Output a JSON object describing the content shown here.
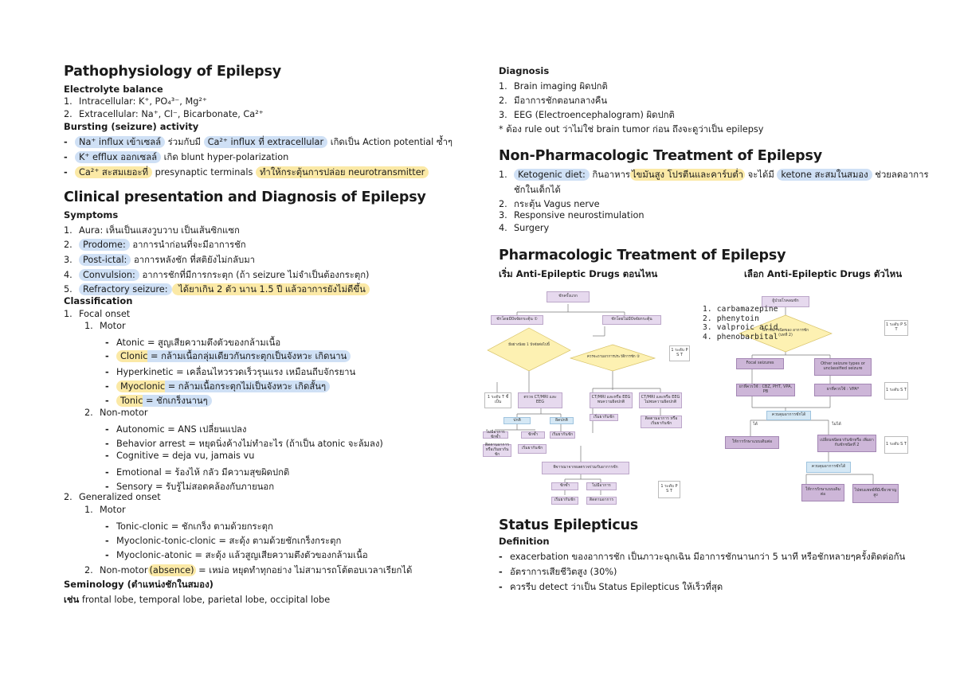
{
  "left": {
    "patho": {
      "title": "Pathophysiology of Epilepsy",
      "electrolyte_heading": "Electrolyte balance",
      "electrolyte_items": [
        {
          "n": "1.",
          "text": "Intracellular: K⁺, PO₄³⁻, Mg²⁺"
        },
        {
          "n": "2.",
          "text": "Extracellular: Na⁺, Cl⁻, Bicarbonate, Ca²⁺"
        }
      ],
      "bursting_heading": "Bursting (seizure) activity",
      "bursting_items": [
        {
          "a": "Na⁺ influx เข้าเซลล์",
          "b": " ร่วมกับมี ",
          "c": "Ca²⁺ influx ที่ extracellular",
          "d": " เกิดเป็น Action potential ซ้ำๆ"
        },
        {
          "a": "K⁺ efflux ออกเซลล์",
          "b": " เกิด blunt hyper-polarization"
        },
        {
          "a": "Ca²⁺ สะสมเยอะที่",
          "b": " presynaptic terminals ",
          "c": "ทำให้กระตุ้นการปล่อย neurotransmitter"
        }
      ]
    },
    "clinical": {
      "title": "Clinical presentation and Diagnosis of Epilepsy",
      "symptoms_heading": "Symptoms",
      "symptoms": [
        {
          "n": "1.",
          "a": "Aura:",
          "b": " เห็นเป็นแสงวูบวาบ เป็นเส้นซิกแซก"
        },
        {
          "n": "2.",
          "a": "Prodome:",
          "b": " อาการนำก่อนที่จะมีอาการชัก"
        },
        {
          "n": "3.",
          "a": "Post-ictal:",
          "b": " อาการหลังชัก ที่สติยังไม่กลับมา"
        },
        {
          "n": "4.",
          "a": "Convulsion:",
          "b": " อาการชักที่มีการกระตุก (ถ้า seizure ไม่จำเป็นต้องกระตุก)"
        },
        {
          "n": "5.",
          "a": "Refractory seizure:",
          "b": " ได้ยาเกิน 2 ตัว นาน 1.5 ปี แล้วอาการยังไม่ดีขึ้น"
        }
      ],
      "classification_heading": "Classification",
      "focal": "Focal onset",
      "focal_motor": "Motor",
      "focal_motor_items": [
        {
          "a": "Atonic",
          "b": " = สูญเสียความตึงตัวของกล้ามเนื้อ"
        },
        {
          "a": "Clonic",
          "b": " = กล้ามเนื้อกลุ่มเดียวกันกระตุกเป็นจังหวะ เกิดนาน"
        },
        {
          "a": "Hyperkinetic",
          "b": " = เคลื่อนไหวรวดเร็วรุนแรง เหมือนถีบจักรยาน"
        },
        {
          "a": "Myoclonic",
          "b": " = กล้ามเนื้อกระตุกไม่เป็นจังหวะ เกิดสั้นๆ"
        },
        {
          "a": "Tonic",
          "b": " = ชักเกร็งนานๆ"
        }
      ],
      "focal_nonmotor": "Non-motor",
      "focal_nonmotor_items": [
        "Autonomic = ANS เปลี่ยนแปลง",
        "Behavior arrest = หยุดนิ่งค้างไม่ทำอะไร (ถ้าเป็น atonic จะล้มลง)",
        "Cognitive = deja vu, jamais vu",
        "Emotional = ร้องไห้ กลัว มีความสุขผิดปกติ",
        "Sensory = รับรู้ไม่สอดคล้องกับภายนอก"
      ],
      "generalized": "Generalized onset",
      "gen_motor": "Motor",
      "gen_motor_items": [
        "Tonic-clonic = ชักเกร็ง ตามด้วยกระตุก",
        "Myoclonic-tonic-clonic = สะดุ้ง ตามด้วยชักเกร็งกระตุก",
        "Myoclonic-atonic = สะดุ้ง แล้วสูญเสียความตึงตัวของกล้ามเนื้อ"
      ],
      "gen_nonmotor_a": "Non-motor",
      "gen_nonmotor_b": "(absence)",
      "gen_nonmotor_c": " = เหม่อ หยุดทำทุกอย่าง ไม่สามารถโต้ตอบเวลาเรียกได้",
      "semiology_heading": "Seminology (ตำแหน่งชักในสมอง)",
      "semiology_text_a": "เช่น",
      "semiology_text_b": " frontal lobe, temporal lobe, parietal lobe, occipital lobe"
    }
  },
  "right": {
    "diagnosis": {
      "heading": "Diagnosis",
      "items": [
        {
          "n": "1.",
          "text": "Brain imaging ผิดปกติ"
        },
        {
          "n": "2.",
          "text": "มีอาการชักตอนกลางคืน"
        },
        {
          "n": "3.",
          "text": "EEG (Electroencephalogram) ผิดปกติ"
        }
      ],
      "note": "* ต้อง rule out ว่าไม่ใช่ brain tumor ก่อน ถึงจะดูว่าเป็น epilepsy"
    },
    "nonpharm": {
      "title": "Non-Pharmacologic Treatment of Epilepsy",
      "item1_a": "Ketogenic diet:",
      "item1_b": " กินอาหาร",
      "item1_c": "ไขมันสูง โปรตีนและคาร์บต่ำ",
      "item1_d": " จะได้มี ",
      "item1_e": "ketone สะสมในสมอง",
      "item1_f": " ช่วยลดอาการ",
      "item1_g": "ชักในเด็กได้",
      "items": [
        {
          "n": "2.",
          "text": "กระตุ้น Vagus nerve"
        },
        {
          "n": "3.",
          "text": "Responsive neurostimulation"
        },
        {
          "n": "4.",
          "text": "Surgery"
        }
      ]
    },
    "pharm": {
      "title": "Pharmacologic Treatment of Epilepsy",
      "sub_left": "เริ่ม Anti-Epileptic Drugs ตอนไหน",
      "sub_right": "เลือก Anti-Epileptic Drugs ตัวไหน",
      "fc1": {
        "top": "ชักครั้งแรก",
        "b1": "ชักโดยมีปัจจัยกระตุ้น ①",
        "b2": "ชักโดยไม่มีปัจจัยกระตุ้น",
        "d1": "มีอย่างน้อย 1 ปัจจัยต่อไปนี้",
        "d2": "ควรจะถามอาการประวัติการชัก ②",
        "s1": "1 ระดับ P S T",
        "c1": "1 ระดับ T ชี้เป็น",
        "c2": "ตรวจ CT/MRI และ EEG",
        "c3": "CT/MRI และหรือ EEG พบความผิดปกติ",
        "c4": "CT/MRI และหรือ EEG ไม่พบความผิดปกติ",
        "e1": "ปกติ",
        "e2": "ผิดปกติ",
        "f1": "ไม่มีอาการชักซ้ำ",
        "f2": "ชักซ้ำ",
        "f3": "เริ่มยากันชัก",
        "f4": "เริ่มยากันชัก",
        "f5": "ติดตามอาการ หรือเริ่มยากันชัก",
        "g1": "ติดตามอาการ หรือเริ่มยากันชัก",
        "g2": "เริ่มยากันชัก",
        "h1": "พิจารณาจากผลตรวจร่วมกับอาการชัก",
        "i1": "ชักซ้ำ",
        "i2": "ไม่มีอาการ",
        "j1": "เริ่มยากันชัก",
        "j2": "ติดตามอาการ",
        "s2": "1 ระดับ P S T"
      },
      "handwritten": [
        "1. carbamazepine",
        "2. phenytoin",
        "3. valproic acid",
        "4. phenobarbital"
      ],
      "fc2": {
        "top": "ผู้ป่วยโรคลมชัก",
        "d1": "พิจารณาชนิดของ อาการชัก (บทที่ 2)",
        "s1": "1 ระดับ P S T",
        "b1": "Focal seizures",
        "b2": "Other seizure types or unclassified seizure",
        "c1": "ยาที่ควรใช้ : CBZ, PHT, VPA, PB",
        "c2": "ยาที่ควรใช้ : VPA*",
        "s2": "1 ระดับ S T",
        "e1": "ควบคุมอาการชักได้",
        "e1y": "ได้",
        "e1n": "ไม่ได้",
        "f1": "ให้การรักษาแบบเดิมต่อ",
        "f2": "เปลี่ยนชนิดยากันชักหรือ เพิ่มยากันชักชนิดที่ 2",
        "s3": "1 ระดับ S T",
        "g1": "ควบคุมอาการชักได้",
        "h1": "ให้การรักษาแบบเดิมต่อ",
        "h2": "ไปพบแพทย์ที่มีเชี่ยวชาญสูง"
      }
    },
    "status": {
      "title": "Status Epilepticus",
      "def_heading": "Definition",
      "items": [
        "exacerbation ของอาการชัก เป็นภาวะฉุกเฉิน มีอาการชักนานกว่า 5 นาที หรือชักหลายๆครั้งติดต่อกัน",
        "อัตราการเสียชีวิตสูง (30%)",
        "ควรรีบ detect ว่าเป็น Status Epilepticus ให้เร็วที่สุด"
      ]
    }
  }
}
